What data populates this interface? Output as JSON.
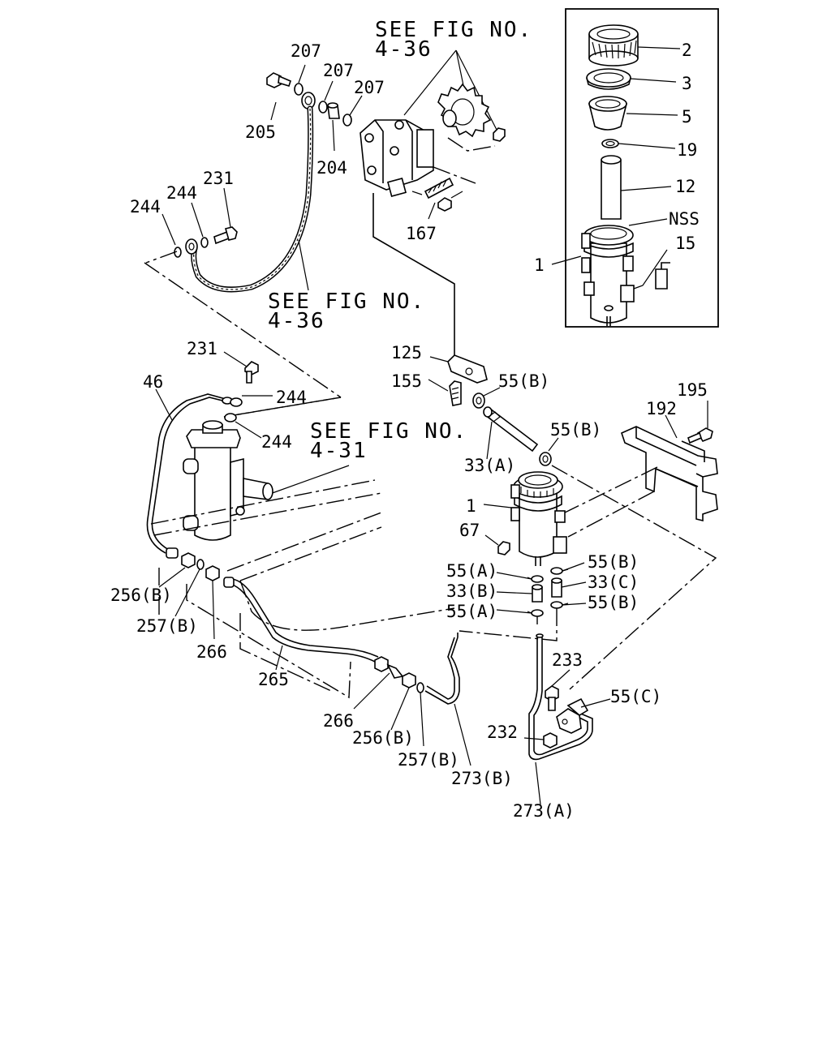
{
  "references": {
    "fig_4_36_top": [
      "SEE FIG NO.",
      "4-36"
    ],
    "fig_4_36_mid": [
      "SEE FIG NO.",
      "4-36"
    ],
    "fig_4_31": [
      "SEE FIG NO.",
      "4-31"
    ]
  },
  "callouts": {
    "c205": "205",
    "c207a": "207",
    "c207b": "207",
    "c207c": "207",
    "c204": "204",
    "c167": "167",
    "c231a": "231",
    "c244a": "244",
    "c244b": "244",
    "c2": "2",
    "c3": "3",
    "c5": "5",
    "c19": "19",
    "c12": "12",
    "cnss": "NSS",
    "c15": "15",
    "c1a": "1",
    "c125": "125",
    "c155": "155",
    "c55b1": "55(B)",
    "c55b2": "55(B)",
    "c33a": "33(A)",
    "c231b": "231",
    "c46": "46",
    "c244c": "244",
    "c244d": "244",
    "c195": "195",
    "c192": "192",
    "c1b": "1",
    "c67": "67",
    "c55a1": "55(A)",
    "c33b": "33(B)",
    "c55a2": "55(A)",
    "c55b3": "55(B)",
    "c33c": "33(C)",
    "c55b4": "55(B)",
    "c256b1": "256(B)",
    "c257b1": "257(B)",
    "c266a": "266",
    "c265": "265",
    "c266b": "266",
    "c256b2": "256(B)",
    "c257b2": "257(B)",
    "c273b": "273(B)",
    "c233": "233",
    "c55c": "55(C)",
    "c232": "232",
    "c273a": "273(A)"
  }
}
